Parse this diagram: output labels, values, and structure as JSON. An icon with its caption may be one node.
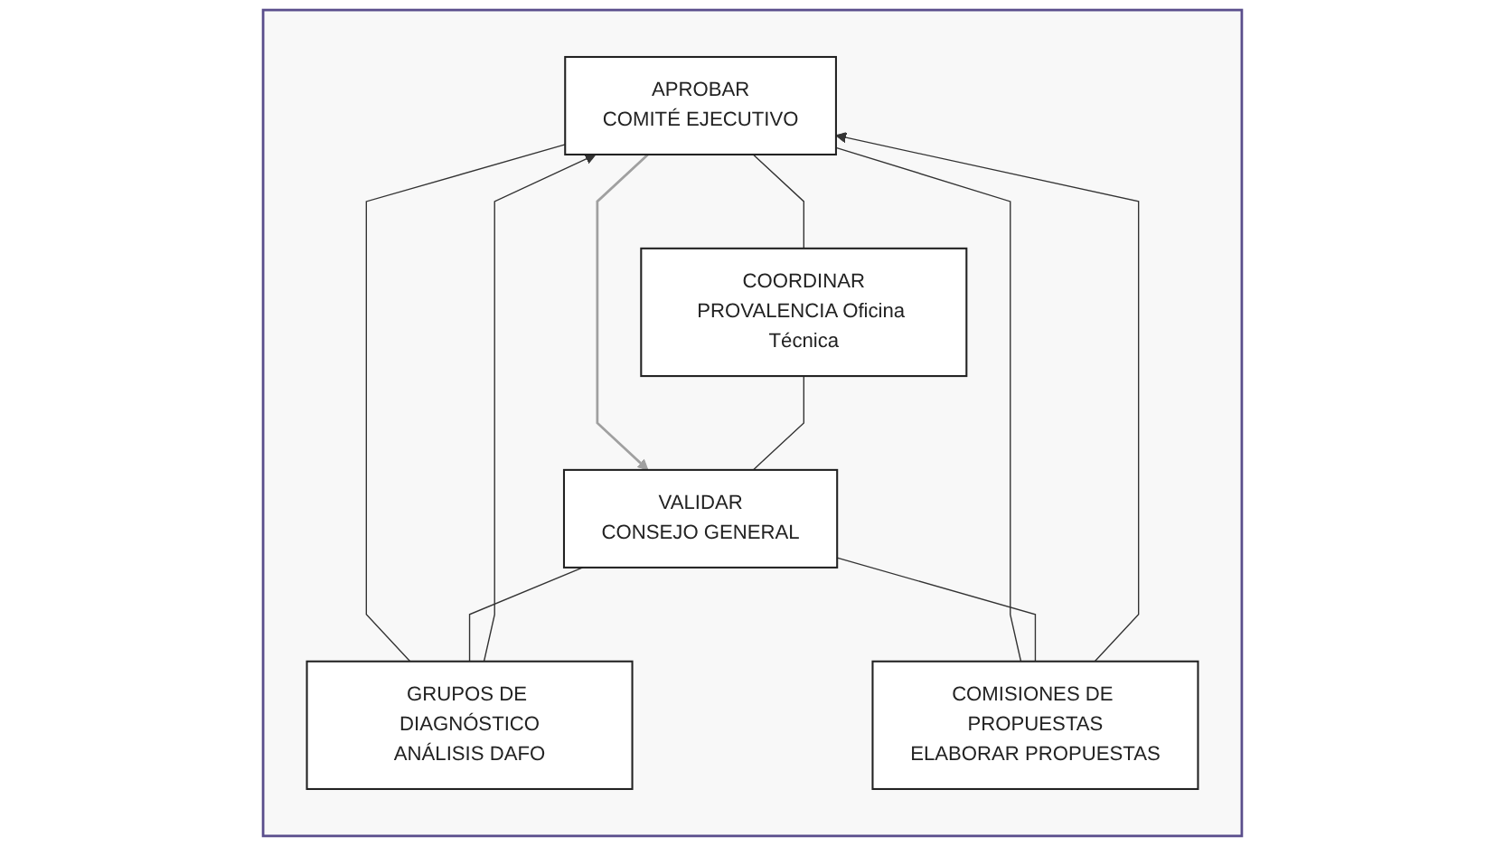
{
  "diagram": {
    "nodes": [
      {
        "text": [],
        "shape": "box"
      },
      {
        "text": [
          "APROBAR",
          "COMITÉ EJECUTIVO"
        ],
        "in": 0
      },
      {
        "text": [
          "VALIDAR",
          "CONSEJO GENERAL"
        ],
        "in": 0
      },
      {
        "text": [
          "COORDINAR",
          "PROVALENCIA Oficina Técnica"
        ],
        "in": 0
      },
      {
        "text": [
          "GRUPOS DE DIAGNÓSTICO",
          "ANÁLISIS DAFO"
        ],
        "in": 0
      },
      {
        "text": [
          "COMISIONES DE PROPUESTAS",
          "ELABORAR PROPUESTAS"
        ],
        "in": 0
      }
    ],
    "edges": [
      {
        "from": 1,
        "to": 2,
        "arrow": "to",
        "color": "#a0a0a0"
      },
      {
        "from": 1,
        "to": 3,
        "arrow": "none"
      },
      {
        "from": 3,
        "to": 2,
        "arrow": "none"
      },
      {
        "from": 1,
        "to": 4,
        "arrow": "none"
      },
      {
        "from": 1,
        "to": 5,
        "arrow": "none"
      },
      {
        "from": 2,
        "to": 4,
        "arrow": "none"
      },
      {
        "from": 2,
        "to": 5,
        "arrow": "none"
      },
      {
        "from": 4,
        "to": 1,
        "arrow": "to"
      },
      {
        "from": 5,
        "to": 1,
        "arrow": "to"
      }
    ]
  }
}
